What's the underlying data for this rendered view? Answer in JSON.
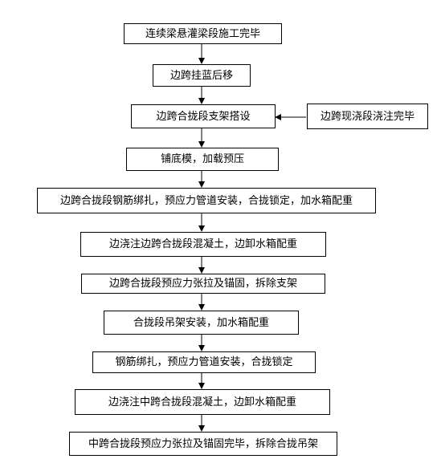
{
  "flowchart": {
    "steps": [
      "连续梁悬灌梁段施工完毕",
      "边跨挂蓝后移",
      "边跨合拢段支架搭设",
      "铺底模，加载预压",
      "边跨合拢段钢筋绑扎，预应力管道安装，合拢锁定，加水箱配重",
      "边浇注边跨合拢段混凝土，边卸水箱配重",
      "边跨合拢段预应力张拉及锚固，拆除支架",
      "合拢段吊架安装，加水箱配重",
      "钢筋绑扎，预应力管道安装，合拢锁定",
      "边浇注中跨合拢段混凝土，边卸水箱配重",
      "中跨合拢段预应力张拉及锚固完毕，拆除合拢吊架"
    ],
    "side_step": "边跨现浇段浇注完毕"
  }
}
